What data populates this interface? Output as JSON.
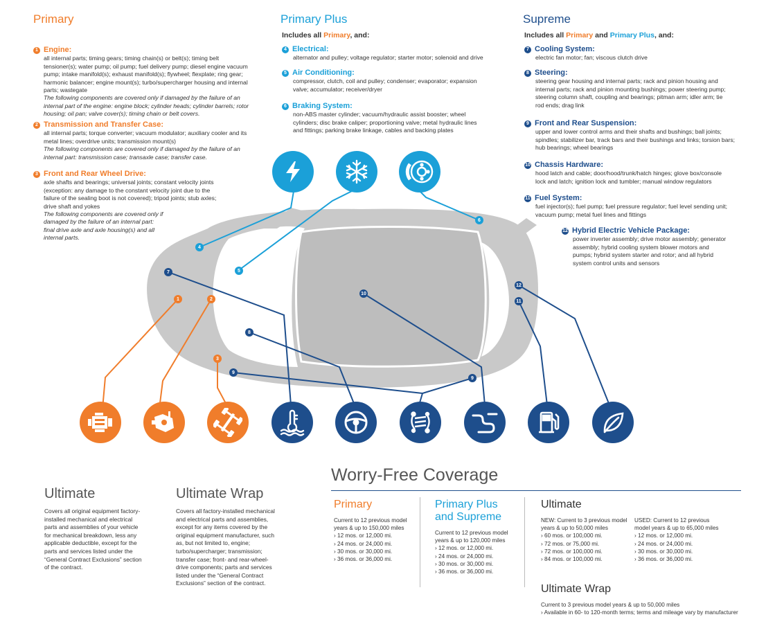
{
  "colors": {
    "orange": "#f07d2b",
    "blue": "#1ba0d8",
    "navy": "#1e4e8c",
    "car": "#c9c9c9"
  },
  "columns": {
    "primary": {
      "title": "Primary"
    },
    "primary_plus": {
      "title": "Primary Plus",
      "includes_pre": "Includes all ",
      "includes_primary": "Primary",
      "includes_post": ", and:"
    },
    "supreme": {
      "title": "Supreme",
      "includes_pre": "Includes all ",
      "includes_primary": "Primary",
      "includes_and": " and ",
      "includes_plus": "Primary Plus",
      "includes_post": ", and:"
    }
  },
  "items": [
    {
      "num": "1",
      "title": "Engine:",
      "body": "all internal parts; timing gears; timing chain(s) or belt(s); timing belt tensioner(s); water pump; oil pump; fuel delivery pump; diesel engine vacuum pump; intake manifold(s); exhaust manifold(s); flywheel; flexplate; ring gear; harmonic balancer; engine mount(s); turbo/supercharger housing and internal parts; wastegate",
      "note": "The following components are covered only if damaged by the failure of an internal part of the engine: engine block; cylinder heads; cylinder barrels; rotor housing; oil pan; valve cover(s); timing chain or belt covers."
    },
    {
      "num": "2",
      "title": "Transmission and Transfer Case:",
      "body": "all internal parts; torque converter; vacuum modulator; auxiliary cooler and its metal lines; overdrive units; transmission mount(s)",
      "note": "The following components are covered only if damaged by the failure of an internal part: transmission case; transaxle case; transfer case."
    },
    {
      "num": "3",
      "title": "Front and Rear Wheel Drive:",
      "body": "axle shafts and bearings; universal joints; constant velocity joints (exception: any damage to the constant velocity joint due to the failure of the sealing boot is not covered); tripod joints; stub axles; drive shaft and yokes",
      "note": "The following components are covered only if damaged by the failure of an internal part: final drive axle and axle housing(s) and all internal parts."
    },
    {
      "num": "4",
      "title": "Electrical:",
      "body": "alternator and pulley; voltage regulator; starter motor; solenoid and drive",
      "note": ""
    },
    {
      "num": "5",
      "title": "Air Conditioning:",
      "body": "compressor, clutch, coil and pulley; condenser; evaporator; expansion valve; accumulator; receiver/dryer",
      "note": ""
    },
    {
      "num": "6",
      "title": "Braking System:",
      "body": "non-ABS master cylinder; vacuum/hydraulic assist booster; wheel cylinders; disc brake caliper; proportioning valve; metal hydraulic lines and fittings; parking brake linkage, cables and backing plates",
      "note": ""
    },
    {
      "num": "7",
      "title": "Cooling System:",
      "body": "electric fan motor; fan; viscous clutch drive",
      "note": ""
    },
    {
      "num": "8",
      "title": "Steering:",
      "body": "steering gear housing and internal parts; rack and pinion housing and internal parts; rack and pinion mounting bushings; power steering pump; steering column shaft, coupling and bearings; pitman arm; idler arm; tie rod ends; drag link",
      "note": ""
    },
    {
      "num": "9",
      "title": "Front and Rear Suspension:",
      "body": "upper and lower control arms and their shafts and bushings; ball joints; spindles; stabilizer bar, track bars and their bushings and links; torsion bars; hub bearings; wheel bearings",
      "note": ""
    },
    {
      "num": "10",
      "title": "Chassis Hardware:",
      "body": "hood latch and cable; door/hood/trunk/hatch hinges; glove box/console lock and latch; ignition lock and tumbler; manual window regulators",
      "note": ""
    },
    {
      "num": "11",
      "title": "Fuel System:",
      "body": "fuel injector(s); fuel pump; fuel pressure regulator; fuel level sending unit; vacuum pump; metal fuel lines and fittings",
      "note": ""
    },
    {
      "num": "12",
      "title": "Hybrid Electric Vehicle Package:",
      "body": "power inverter assembly; drive motor assembly; generator assembly; hybrid cooling system blower motors and pumps; hybrid system starter and rotor; and all hybrid system control units and sensors",
      "note": ""
    }
  ],
  "icons": [
    {
      "name": "engine-icon",
      "color": "#f07d2b"
    },
    {
      "name": "transmission-icon",
      "color": "#f07d2b"
    },
    {
      "name": "wheel-drive-icon",
      "color": "#f07d2b"
    },
    {
      "name": "coolant-temperature-icon",
      "color": "#1e4e8c"
    },
    {
      "name": "steering-wheel-icon",
      "color": "#1e4e8c"
    },
    {
      "name": "suspension-icon",
      "color": "#1e4e8c"
    },
    {
      "name": "chassis-hardware-icon",
      "color": "#1e4e8c"
    },
    {
      "name": "fuel-pump-icon",
      "color": "#1e4e8c"
    },
    {
      "name": "hybrid-leaf-icon",
      "color": "#1e4e8c"
    },
    {
      "name": "lightning-bolt-icon",
      "color": "#1ba0d8"
    },
    {
      "name": "snowflake-icon",
      "color": "#1ba0d8"
    },
    {
      "name": "brake-disc-icon",
      "color": "#1ba0d8"
    }
  ],
  "ultimate": {
    "title": "Ultimate",
    "body": "Covers all original equipment factory-installed mechanical and electrical parts and assemblies of your vehicle for mechanical breakdown, less any applicable deductible, except for the parts and services listed under the “General Contract Exclusions” section of the contract."
  },
  "ultimate_wrap": {
    "title": "Ultimate Wrap",
    "body": "Covers all factory-installed mechanical and electrical parts and assemblies, except for any items covered by the original equipment manufacturer, such as, but not limited to, engine; turbo/supercharger; transmission; transfer case; front- and rear-wheel-drive components; parts and services listed under the “General Contract Exclusions” section of the contract."
  },
  "coverage": {
    "title": "Worry-Free Coverage",
    "primary": {
      "head": "Primary",
      "intro": "Current to 12 previous model years & up to 150,000 miles",
      "terms": [
        "12 mos. or 12,000 mi.",
        "24 mos. or 24,000 mi.",
        "30 mos. or 30,000 mi.",
        "36 mos. or 36,000 mi."
      ]
    },
    "plus_supreme": {
      "head1": "Primary Plus",
      "head2": "and Supreme",
      "intro": "Current to 12 previous model years & up to 120,000 miles",
      "terms": [
        "12 mos. or 12,000 mi.",
        "24 mos. or 24,000 mi.",
        "30 mos. or 30,000 mi.",
        "36 mos. or 36,000 mi."
      ]
    },
    "ultimate": {
      "head": "Ultimate",
      "new_intro": "NEW: Current to 3 previous model years & up to 50,000 miles",
      "new_terms": [
        "60 mos. or 100,000 mi.",
        "72 mos. or 75,000 mi.",
        "72 mos. or 100,000 mi.",
        "84 mos. or 100,000 mi."
      ],
      "used_intro": "USED: Current to 12 previous model years & up to 65,000 miles",
      "used_terms": [
        "12 mos. or 12,000 mi.",
        "24 mos. or 24,000 mi.",
        "30 mos. or 30,000 mi.",
        "36 mos. or 36,000 mi."
      ]
    },
    "ultimate_wrap": {
      "head": "Ultimate Wrap",
      "intro": "Current to 3 previous model years & up to 50,000 miles",
      "terms": [
        "Available in 60- to 120-month terms; terms and mileage vary by manufacturer"
      ]
    }
  }
}
